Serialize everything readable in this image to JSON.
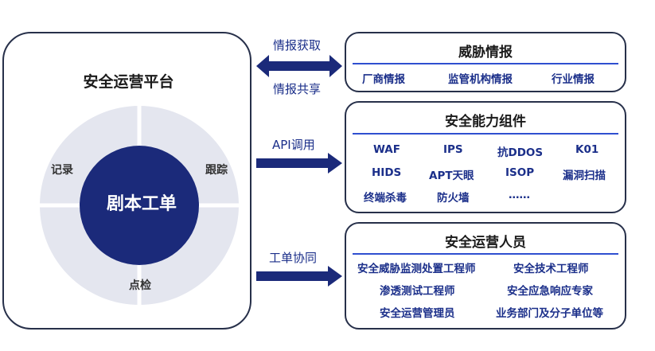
{
  "platform": {
    "title": "安全运营平台",
    "core": "剧本工单",
    "ring_labels": {
      "left": "记录",
      "right": "跟踪",
      "bottom": "点检"
    }
  },
  "arrows": {
    "top_label": "情报获取",
    "bottom_label": "情报共享",
    "api_label": "API调用",
    "work_label": "工单协同"
  },
  "panels": {
    "intel": {
      "title": "威胁情报",
      "items": [
        "厂商情报",
        "监管机构情报",
        "行业情报"
      ]
    },
    "components": {
      "title": "安全能力组件",
      "items": [
        "WAF",
        "IPS",
        "抗DDOS",
        "K01",
        "HIDS",
        "APT天眼",
        "ISOP",
        "漏洞扫描",
        "终端杀毒",
        "防火墙",
        "……"
      ]
    },
    "staff": {
      "title": "安全运营人员",
      "items": [
        "安全威胁监测处置工程师",
        "安全技术工程师",
        "渗透测试工程师",
        "安全应急响应专家",
        "安全运营管理员",
        "业务部门及分子单位等"
      ]
    }
  },
  "colors": {
    "navy": "#1b2a7a",
    "ring": "#e4e6ef",
    "border": "#27304a",
    "accent": "#2f4fd0"
  }
}
